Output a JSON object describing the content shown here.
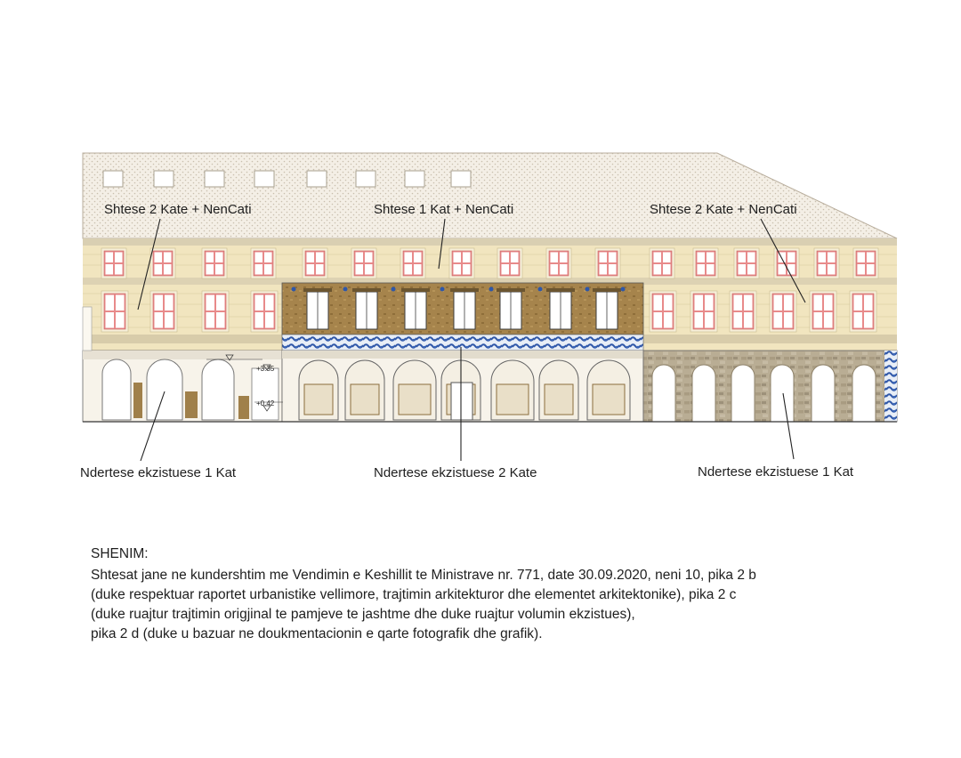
{
  "labels": {
    "addition_left": "Shtese 2 Kate + NenCati",
    "addition_center": "Shtese 1 Kat + NenCati",
    "addition_right": "Shtese 2 Kate + NenCati",
    "existing_left": "Ndertese ekzistuese 1 Kat",
    "existing_center": "Ndertese ekzistuese 2 Kate",
    "existing_right": "Ndertese ekzistuese 1 Kat"
  },
  "levels": {
    "a": "+3.35",
    "b": "+0.42"
  },
  "note": {
    "heading": "SHENIM:",
    "lines": [
      "Shtesat jane ne kundershtim me Vendimin e Keshillit te Ministrave nr. 771, date 30.09.2020, neni 10, pika 2 b",
      "(duke respektuar raportet urbanistike vellimore, trajtimin arkitekturor dhe elementet arkitektonike), pika 2 c",
      "(duke ruajtur trajtimin origjinal te pamjeve te jashtme dhe duke ruajtur volumin ekzistues),",
      "pika 2 d (duke u bazuar ne doukmentacionin e qarte fotografik dhe grafik)."
    ]
  },
  "colors": {
    "roof": "#f2ede4",
    "wall_addition": "#f1e5bf",
    "band": "#d8ccaa",
    "window_frame": "#e88a8a",
    "wood": "#a0804a",
    "stone": "#b3a78f",
    "blue_pattern": "#2f57a8"
  }
}
